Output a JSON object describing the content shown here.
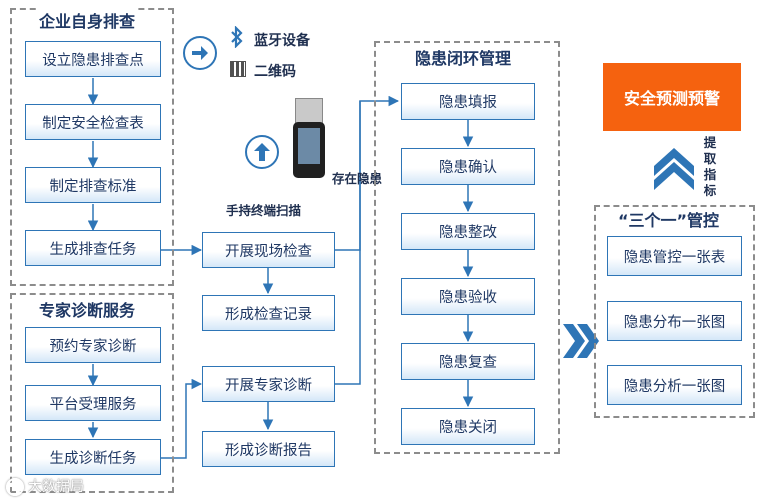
{
  "groups": {
    "enterprise": {
      "title": "企业自身排查",
      "steps": [
        "设立隐患排查点",
        "制定安全检查表",
        "制定排查标准",
        "生成排查任务"
      ]
    },
    "expert": {
      "title": "专家诊断服务",
      "steps": [
        "预约专家诊断",
        "平台受理服务",
        "生成诊断任务"
      ]
    },
    "closed_loop": {
      "title": "隐患闭环管理",
      "steps": [
        "隐患填报",
        "隐患确认",
        "隐患整改",
        "隐患验收",
        "隐患复查",
        "隐患关闭"
      ]
    },
    "control": {
      "title": "“三个一”管控",
      "items": [
        "隐患管控一张表",
        "隐患分布一张图",
        "隐患分析一张图"
      ]
    }
  },
  "middle": {
    "field_check": "开展现场检查",
    "check_record": "形成检查记录",
    "expert_diag": "开展专家诊断",
    "diag_report": "形成诊断报告"
  },
  "labels": {
    "bluetooth": "蓝牙设备",
    "qrcode": "二维码",
    "handheld": "手持终端扫描",
    "has_hazard": "存在隐患",
    "extract": [
      "提",
      "取",
      "指",
      "标"
    ]
  },
  "warning": "安全预测预警",
  "watermark": "大数据局",
  "colors": {
    "box_border": "#2e75b6",
    "text": "#1f3864",
    "warning": "#f5620f",
    "arrow": "#2e75b6"
  }
}
